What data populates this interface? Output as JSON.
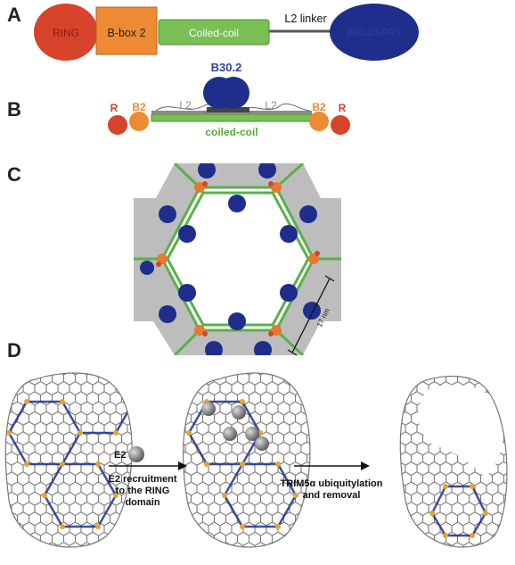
{
  "panels": {
    "a": "A",
    "b": "B",
    "c": "C",
    "d": "D"
  },
  "panel_a": {
    "ring": "RING",
    "bbox2": "B-box 2",
    "coiled_coil": "Coiled-coil",
    "l2_linker": "L2 linker",
    "b30_2": "B30.2/SPRY"
  },
  "panel_b": {
    "b30_2": "B30.2",
    "r_left": "R",
    "b2_left": "B2",
    "l2_left": "L2",
    "l2_right": "L2",
    "b2_right": "B2",
    "r_right": "R",
    "coiled_coil": "coiled-coil"
  },
  "panel_c": {
    "scale_label": "17 nm"
  },
  "panel_d": {
    "e2_label": "E2",
    "step1_line1": "E2 recruitment",
    "step1_line2": "to the RING",
    "step1_line3": "domain",
    "step2_line1": "TRIM5α ubiquitylation",
    "step2_line2": "and removal"
  },
  "colors": {
    "ring": "#d8432b",
    "bbox2": "#ee8a33",
    "coiled_coil": "#79bf55",
    "b30_2": "#1f2e8c",
    "linker": "#555555"
  }
}
